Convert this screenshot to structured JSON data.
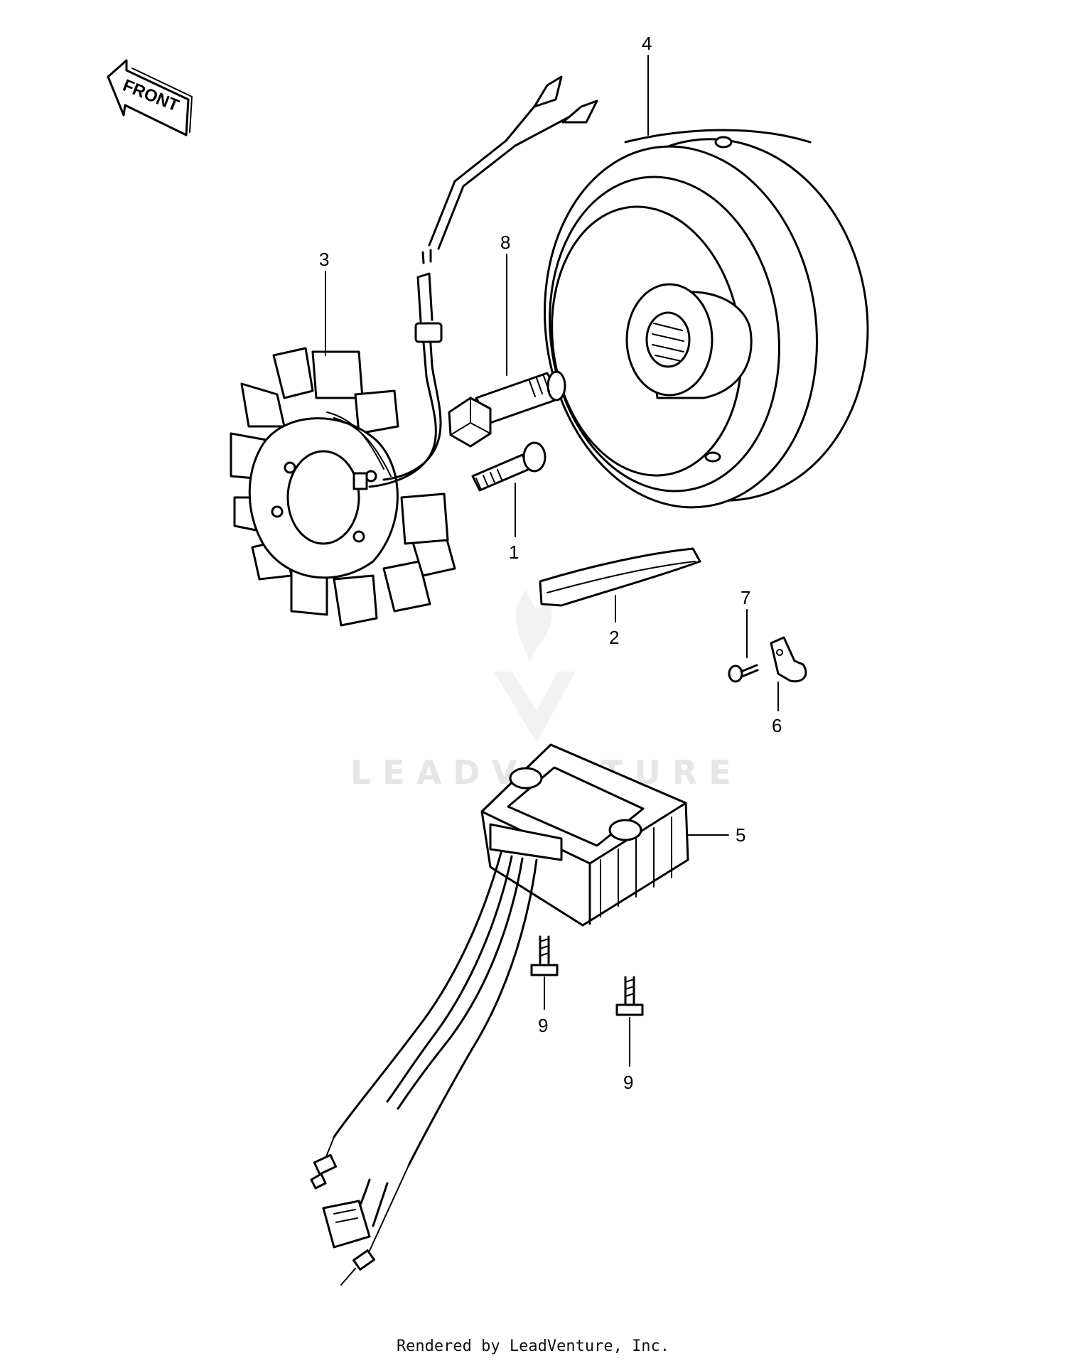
{
  "front_label": "FRONT",
  "callouts": {
    "c1": "1",
    "c2": "2",
    "c3": "3",
    "c4": "4",
    "c5": "5",
    "c6": "6",
    "c7": "7",
    "c8": "8",
    "c9a": "9",
    "c9b": "9"
  },
  "watermark": "LEADVENTURE",
  "footer_text": "Rendered by LeadVenture, Inc."
}
